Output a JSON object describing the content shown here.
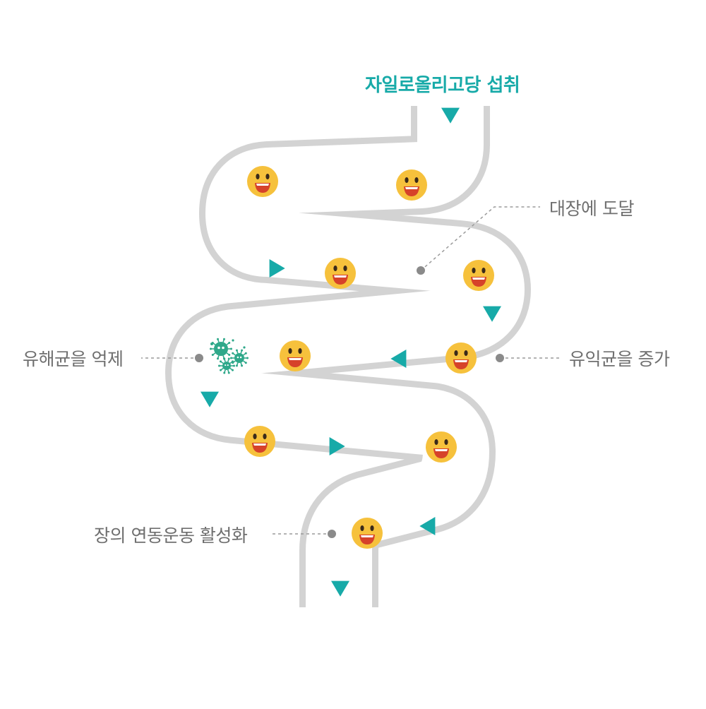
{
  "title": "자일로올리고당 섭취",
  "labels": {
    "reach_colon": "대장에 도달",
    "suppress_harmful": "유해균을 억제",
    "increase_beneficial": "유익균을 증가",
    "activate_peristalsis": "장의 연동운동 활성화"
  },
  "colors": {
    "accent": "#17aaa8",
    "intestine_outline": "#d3d3d3",
    "intestine_fill": "#ffffff",
    "label_text": "#6f6f6f",
    "face": "#f6c13c",
    "mouth": "#d6422a",
    "marker_dot": "#8a8a8a",
    "bacteria": "#2fa88a"
  },
  "icons": {
    "face": "smiling-bacteria-face-icon",
    "germ": "harmful-germ-icon",
    "arrow": "flow-arrow-icon"
  }
}
